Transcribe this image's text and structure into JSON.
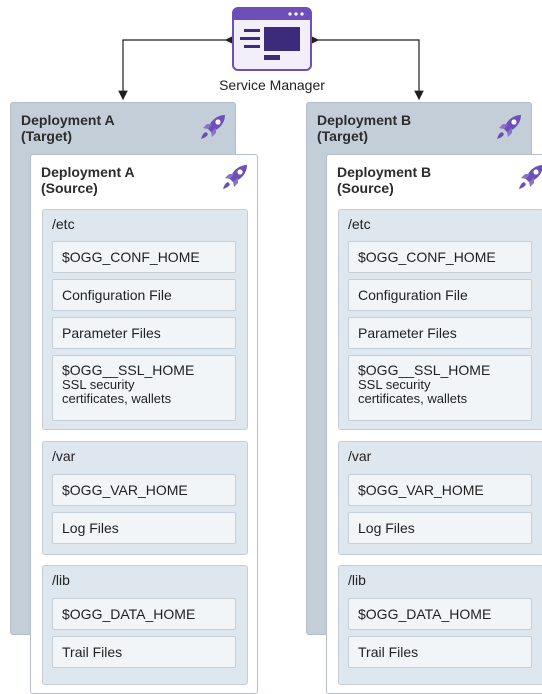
{
  "service_manager": {
    "label": "Service Manager",
    "icon": "window-app-icon",
    "colors": {
      "purple": "#5b3fa3",
      "light": "#e8e3f5"
    }
  },
  "colors": {
    "target_bg": "#c3ced8",
    "dir_bg": "#dfe7ee",
    "item_bg": "#f1f5f8",
    "rocket": "#6e4fb8"
  },
  "deployments": [
    {
      "target_title_1": "Deployment A",
      "target_title_2": "(Target)",
      "source_title_1": "Deployment A",
      "source_title_2": "(Source)",
      "dirs": {
        "etc": {
          "label": "/etc",
          "conf_home": "$OGG_CONF_HOME",
          "config_file": "Configuration File",
          "param_files": "Parameter Files",
          "ssl_home": "$OGG__SSL_HOME",
          "ssl_desc_1": "SSL security",
          "ssl_desc_2": "certificates, wallets"
        },
        "var": {
          "label": "/var",
          "var_home": "$OGG_VAR_HOME",
          "log_files": "Log Files"
        },
        "lib": {
          "label": "/lib",
          "data_home": "$OGG_DATA_HOME",
          "trail_files": "Trail Files"
        }
      }
    },
    {
      "target_title_1": "Deployment B",
      "target_title_2": "(Target)",
      "source_title_1": "Deployment B",
      "source_title_2": "(Source)",
      "dirs": {
        "etc": {
          "label": "/etc",
          "conf_home": "$OGG_CONF_HOME",
          "config_file": "Configuration File",
          "param_files": "Parameter Files",
          "ssl_home": "$OGG__SSL_HOME",
          "ssl_desc_1": "SSL security",
          "ssl_desc_2": "certificates, wallets"
        },
        "var": {
          "label": "/var",
          "var_home": "$OGG_VAR_HOME",
          "log_files": "Log Files"
        },
        "lib": {
          "label": "/lib",
          "data_home": "$OGG_DATA_HOME",
          "trail_files": "Trail Files"
        }
      }
    }
  ]
}
